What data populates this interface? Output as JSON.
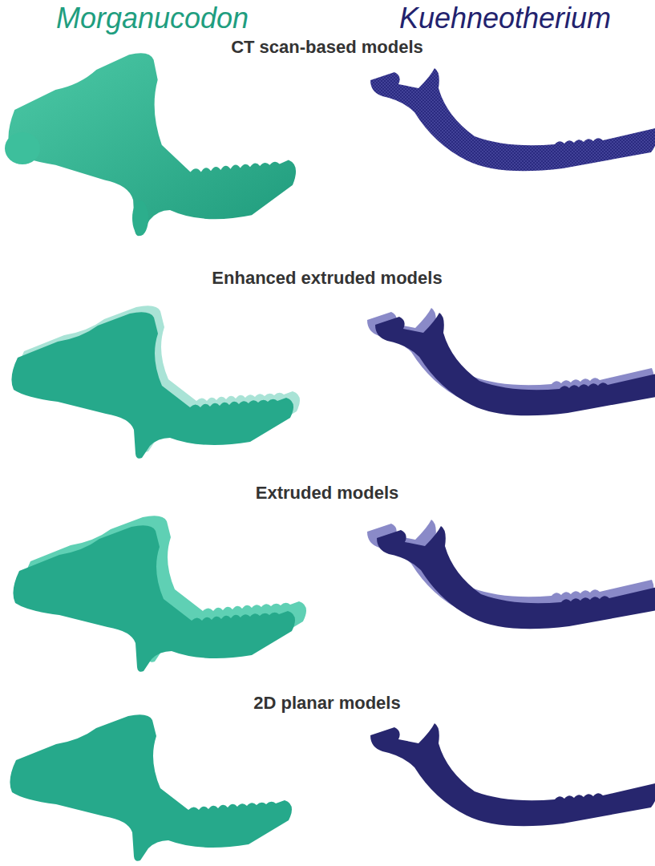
{
  "diagram": {
    "labels": [
      "Morganucodon",
      "Kuehneotherium",
      "CT scan-based models",
      "Enhanced extruded models",
      "Extruded models",
      "2D planar models"
    ]
  }
}
